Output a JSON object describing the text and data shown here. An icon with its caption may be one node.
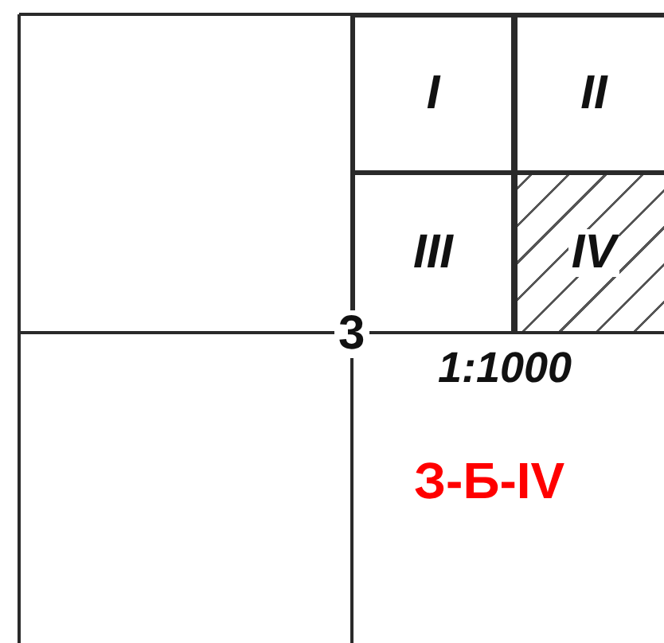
{
  "diagram": {
    "nodes": [
      {
        "text": [
          "I"
        ]
      },
      {
        "text": [
          "II"
        ]
      },
      {
        "text": [
          "III"
        ]
      },
      {
        "text": [
          "IV"
        ]
      }
    ],
    "labels": [
      "3",
      "1:1000",
      "З-Б-IV"
    ]
  }
}
